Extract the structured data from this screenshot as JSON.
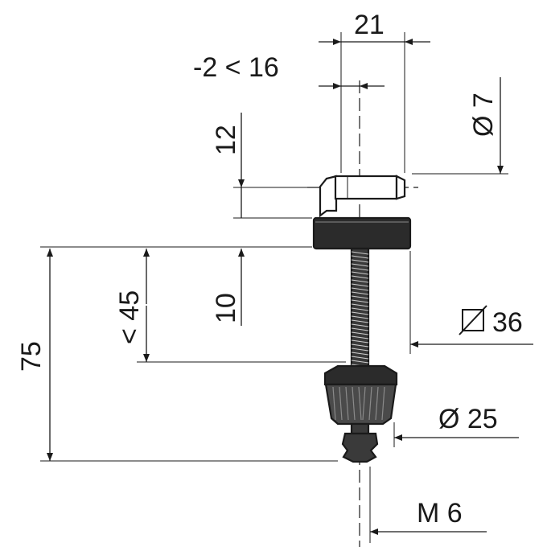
{
  "labels": {
    "width_21": "21",
    "offset": "-2 < 16",
    "dia_7": "Ø 7",
    "h_12": "12",
    "h_10": "10",
    "h_45": "< 45",
    "h_75": "75",
    "sq_36": "36",
    "dia_25": "Ø 25",
    "thread": "M 6"
  },
  "icons": {
    "square_symbol": "square-dimension-icon"
  },
  "colors": {
    "line": "#1a1a1a",
    "fill_dark": "#2b2b2b",
    "fill_mid": "#555555"
  }
}
